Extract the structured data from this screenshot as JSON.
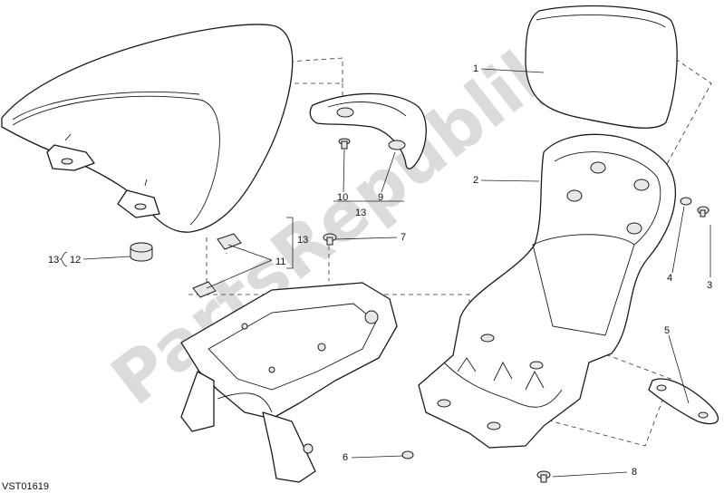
{
  "diagram": {
    "code": "VST01619",
    "watermark": "PartsRepublik",
    "callouts": {
      "c1": "1",
      "c2": "2",
      "c3": "3",
      "c4": "4",
      "c5": "5",
      "c6": "6",
      "c7": "7",
      "c8": "8",
      "c9": "9",
      "c10": "10",
      "c11": "11",
      "c12": "12",
      "c13a": "13",
      "c13b": "13",
      "c13c": "13"
    }
  }
}
